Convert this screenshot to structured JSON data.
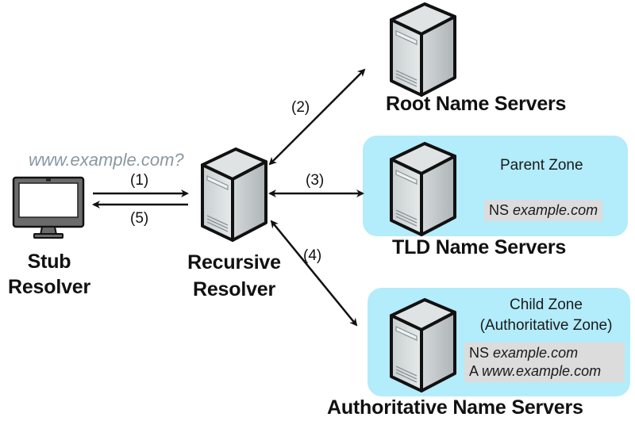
{
  "query_label": "www.example.com?",
  "nodes": {
    "stub": {
      "line1": "Stub",
      "line2": "Resolver",
      "icon": "monitor-icon"
    },
    "recursive": {
      "line1": "Recursive",
      "line2": "Resolver",
      "icon": "server-icon"
    },
    "root": {
      "label": "Root Name Servers",
      "icon": "server-icon"
    },
    "tld": {
      "label": "TLD Name Servers",
      "icon": "server-icon",
      "zone_title": "Parent Zone",
      "records": [
        {
          "type": "NS",
          "name": "example.com"
        }
      ]
    },
    "auth": {
      "label": "Authoritative Name Servers",
      "icon": "server-icon",
      "zone_title_1": "Child Zone",
      "zone_title_2": "(Authoritative Zone)",
      "records": [
        {
          "type": "NS",
          "name": "example.com"
        },
        {
          "type": "A",
          "name": "www.example.com"
        }
      ]
    }
  },
  "steps": [
    "(1)",
    "(2)",
    "(3)",
    "(4)",
    "(5)"
  ],
  "colors": {
    "zone_fill": "#b3ecfa",
    "record_fill": "#dcdcdc",
    "query_text": "#8a98a2"
  }
}
